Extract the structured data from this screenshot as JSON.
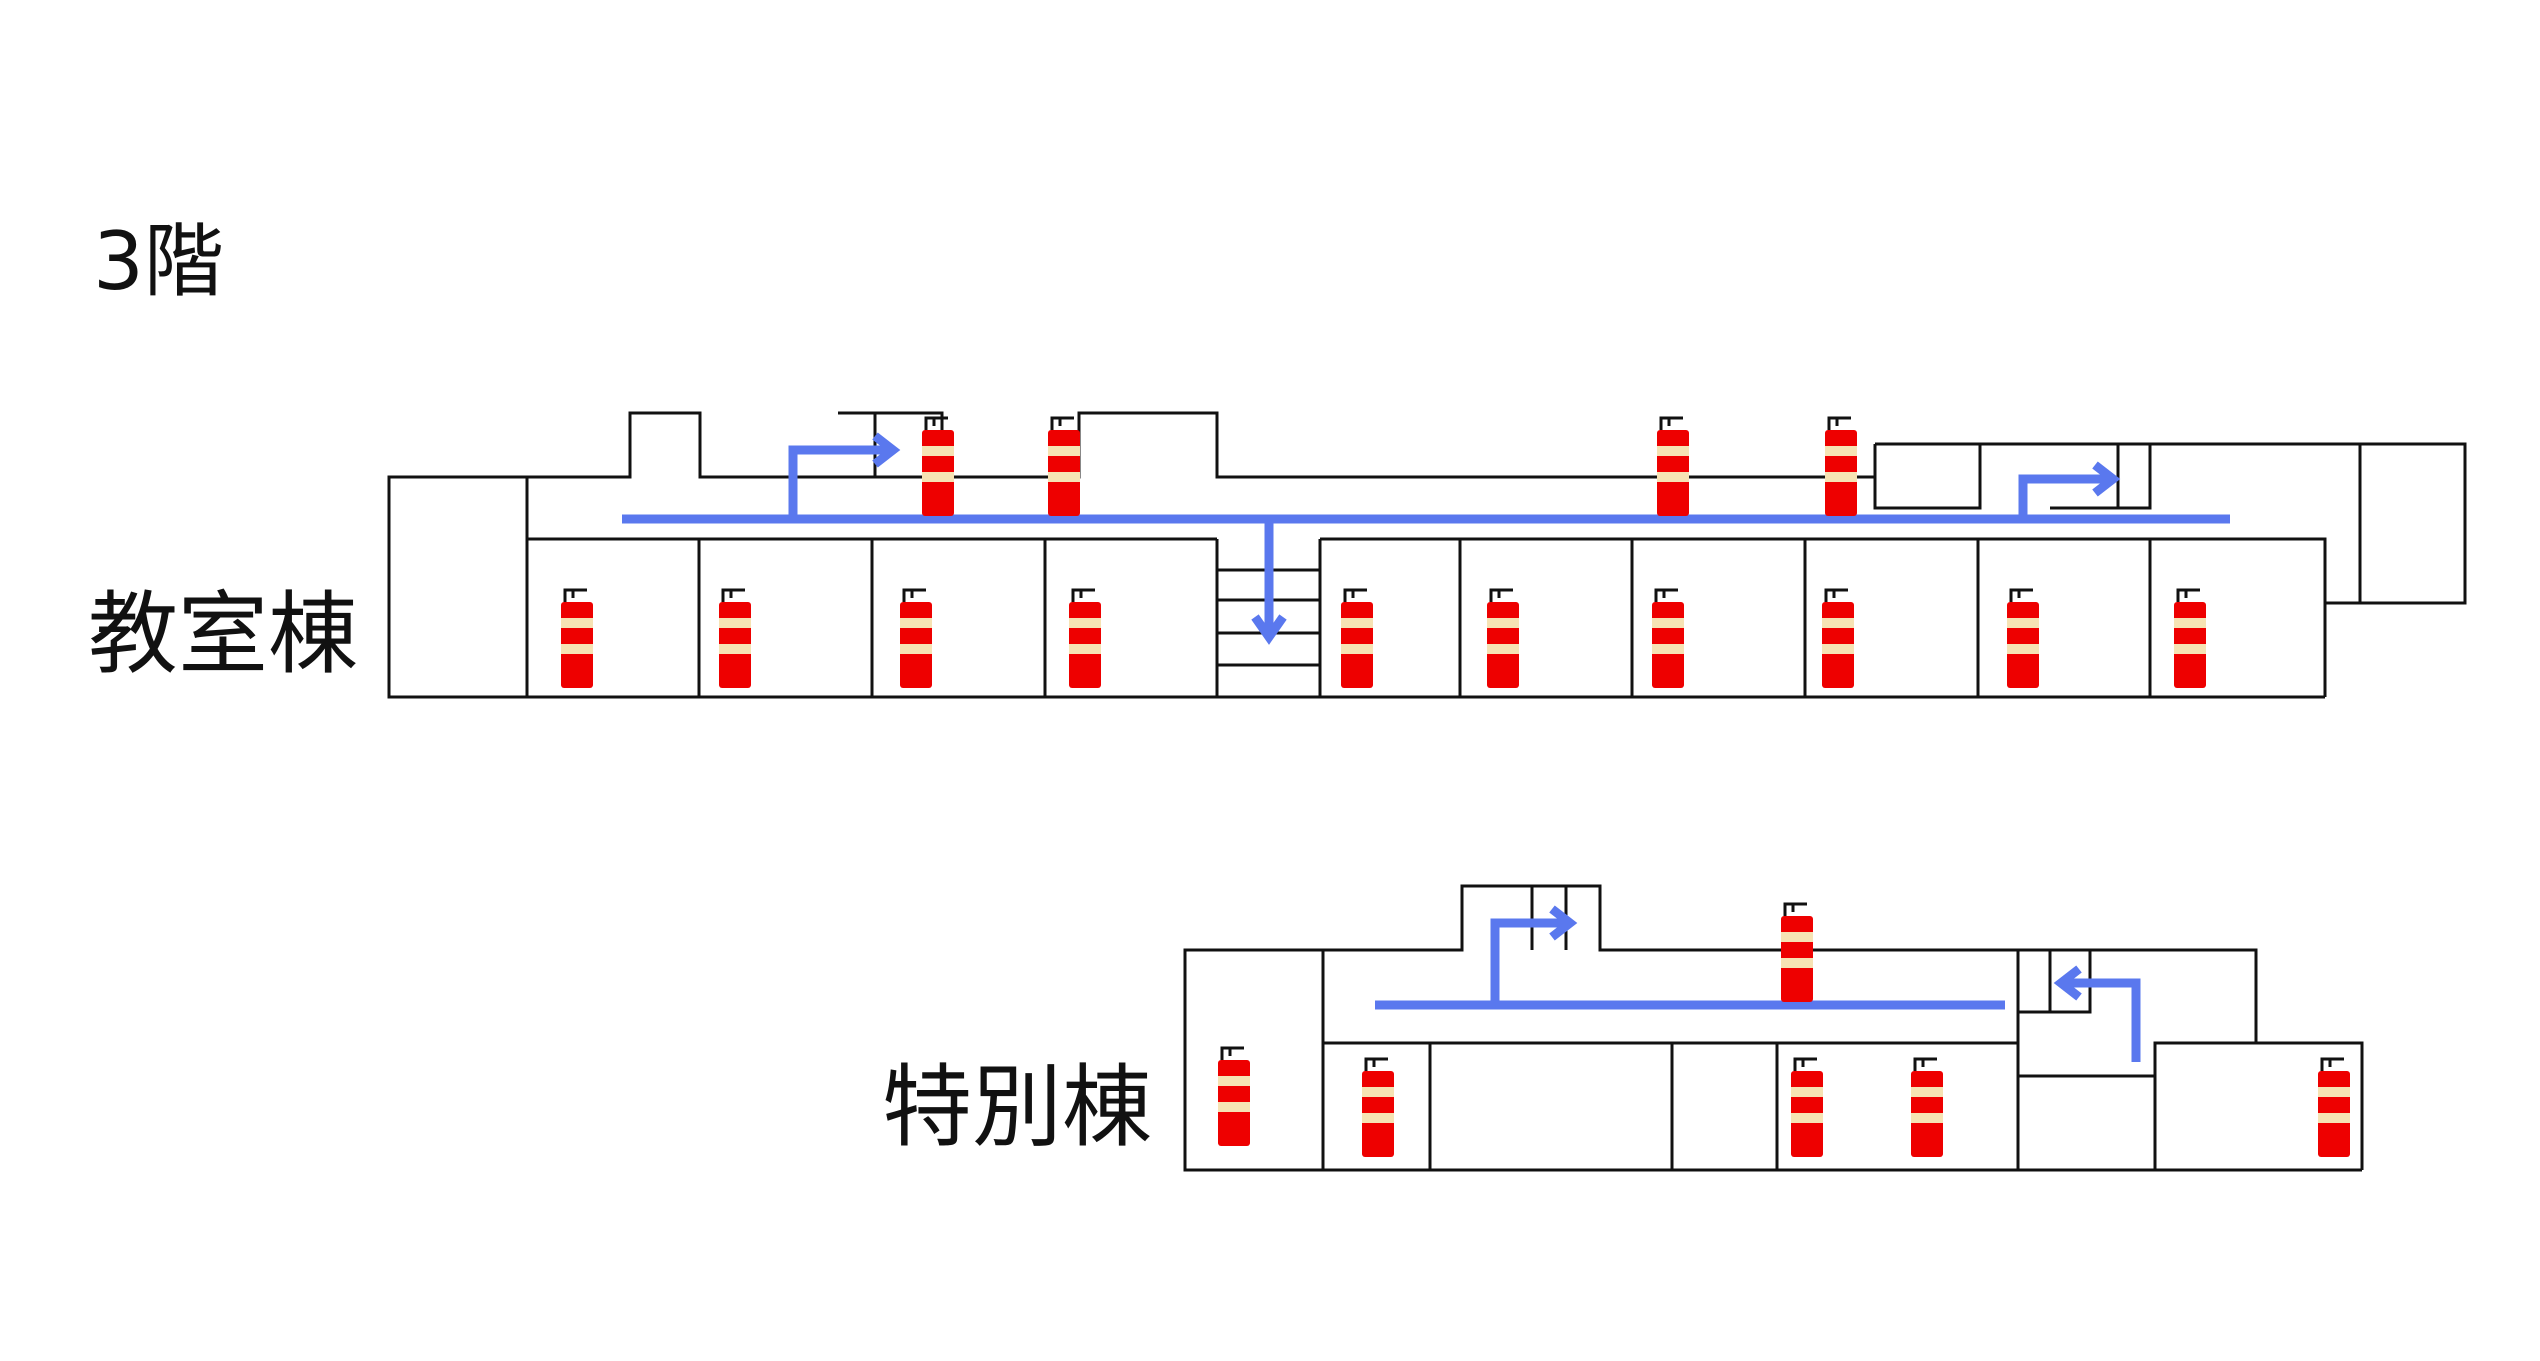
{
  "floor_label": "3階",
  "buildings": {
    "classroom": {
      "name": "教室棟"
    },
    "special": {
      "name": "特別棟"
    }
  },
  "colors": {
    "walls": "#111111",
    "evacuation_route": "#5a78ee",
    "extinguisher_body": "#ee0000",
    "extinguisher_band": "#f6e3b4"
  },
  "icons": {
    "extinguisher": "fire-extinguisher-icon",
    "route_arrow": "arrow-icon"
  }
}
